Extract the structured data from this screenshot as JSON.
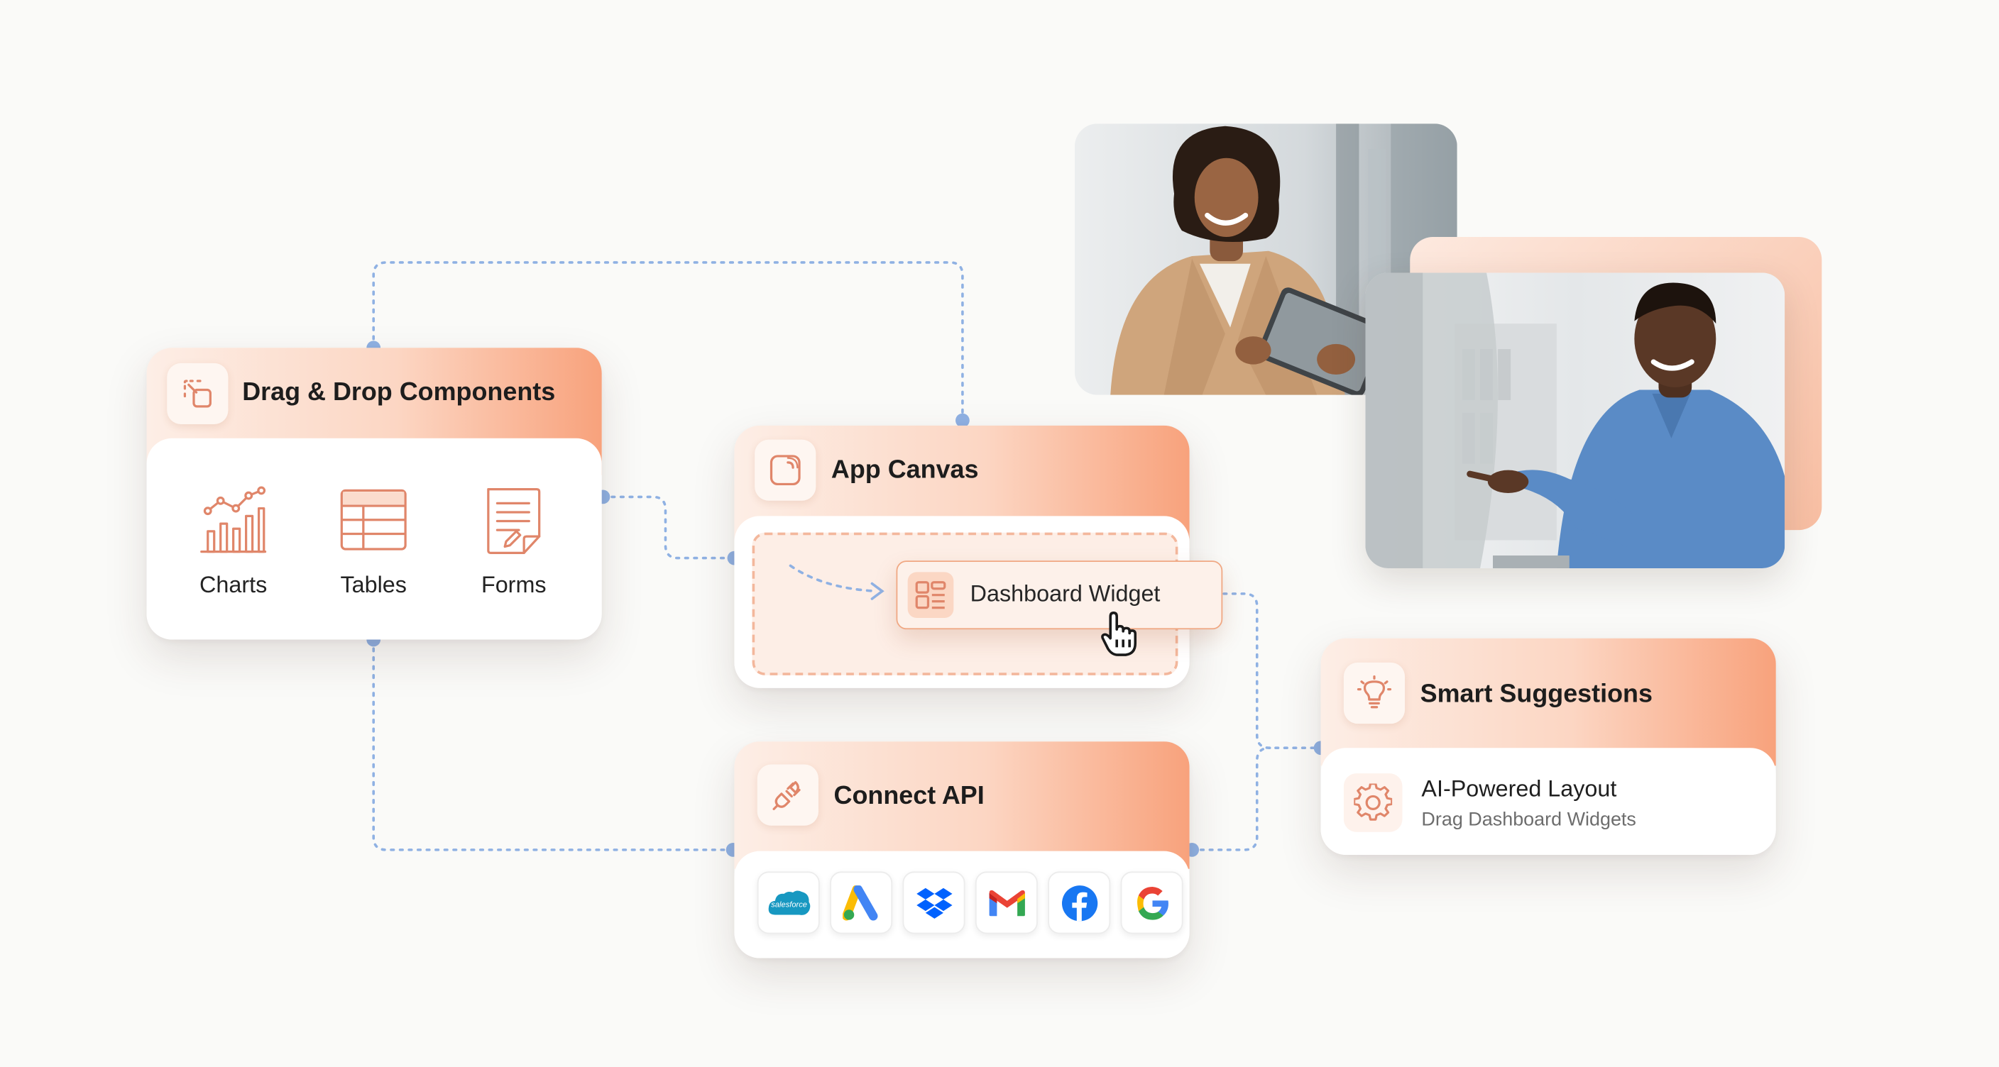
{
  "drag_drop_card": {
    "title": "Drag & Drop Components",
    "items": [
      {
        "label": "Charts",
        "icon": "line-chart-icon"
      },
      {
        "label": "Tables",
        "icon": "table-icon"
      },
      {
        "label": "Forms",
        "icon": "form-document-icon"
      }
    ]
  },
  "app_canvas_card": {
    "title": "App Canvas",
    "widget_label": "Dashboard Widget"
  },
  "connect_api_card": {
    "title": "Connect API",
    "integrations": [
      {
        "name": "salesforce",
        "icon": "salesforce-logo-icon"
      },
      {
        "name": "Google Ads",
        "icon": "google-ads-logo-icon"
      },
      {
        "name": "Dropbox",
        "icon": "dropbox-logo-icon"
      },
      {
        "name": "Gmail",
        "icon": "gmail-logo-icon"
      },
      {
        "name": "Facebook",
        "icon": "facebook-logo-icon"
      },
      {
        "name": "Google",
        "icon": "google-logo-icon"
      }
    ]
  },
  "smart_suggestions_card": {
    "title": "Smart Suggestions",
    "item_title": "AI-Powered Layout",
    "item_subtitle": "Drag Dashboard Widgets"
  },
  "colors": {
    "accent": "#f4946a",
    "accent_light": "#fde2d4",
    "connector": "#8fb1e3",
    "icon_stroke": "#e0866a"
  }
}
